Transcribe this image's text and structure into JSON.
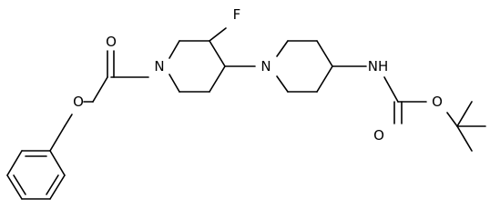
{
  "molecule": {
    "atom_labels": {
      "fluorine": "F",
      "pip1_nitrogen": "N",
      "pip2_nitrogen": "N",
      "carbamate_nh": "NH",
      "cbz_carbonyl_oxygen": "O",
      "cbz_ester_oxygen": "O",
      "boc_carbonyl_oxygen": "O",
      "boc_ester_oxygen": "O"
    }
  }
}
